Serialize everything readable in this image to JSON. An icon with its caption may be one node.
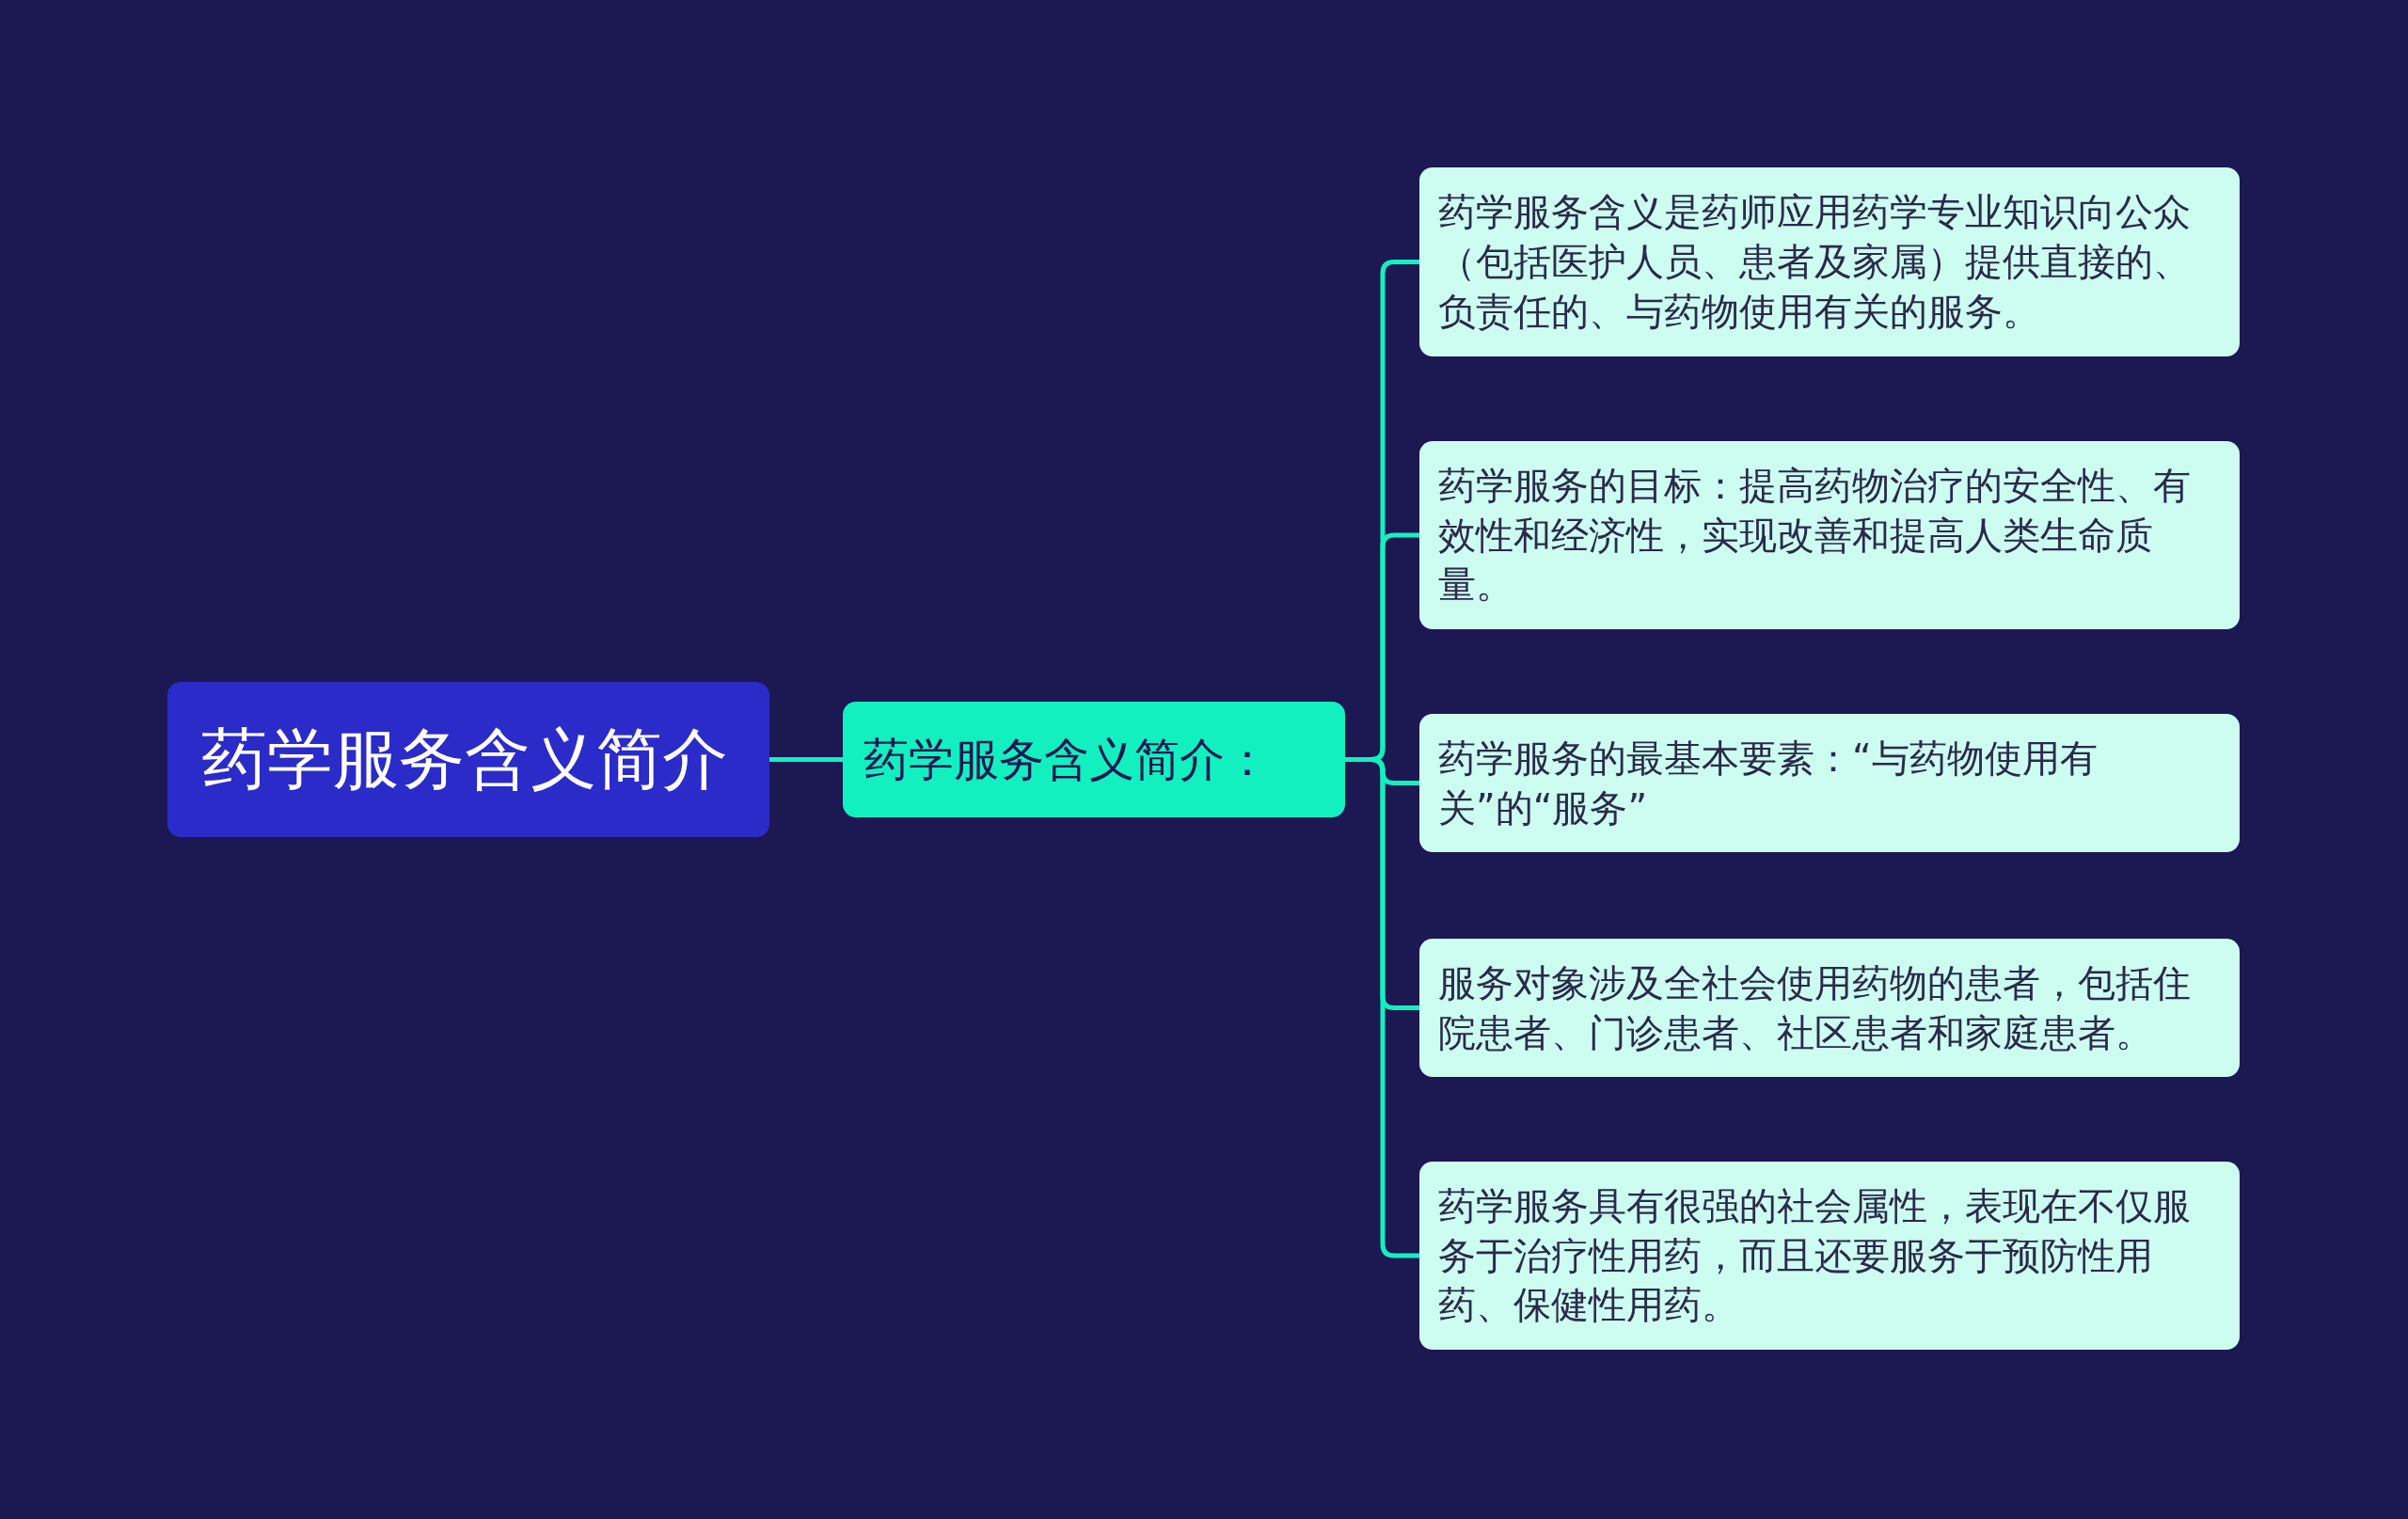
{
  "diagram": {
    "nodes": [
      {
        "text": [
          "药学服务含义简介"
        ]
      },
      {
        "text": [
          "药学服务含义简介："
        ]
      },
      {
        "text": [
          "药学服务含义是药师应用药学专业知识向公众（包括医护人员、患者及家属）提供直接的、负责任的、与药物使用有关的服务。"
        ]
      },
      {
        "text": [
          "药学服务的目标：提高药物治疗的安全性、有效性和经济性，实现改善和提高人类生命质量。"
        ]
      },
      {
        "text": [
          "药学服务的最基本要素：“与药物使用有关”的“服务”"
        ]
      },
      {
        "text": [
          "服务对象涉及全社会使用药物的患者，包括住院患者、门诊患者、社区患者和家庭患者。"
        ]
      },
      {
        "text": [
          "药学服务具有很强的社会属性，表现在不仅服务于治疗性用药，而且还要服务于预防性用药、保健性用药。"
        ]
      }
    ],
    "edges": [
      {
        "from": 0,
        "to": 1,
        "arrow": "none"
      },
      {
        "from": 1,
        "to": 2,
        "arrow": "none"
      },
      {
        "from": 1,
        "to": 3,
        "arrow": "none"
      },
      {
        "from": 1,
        "to": 4,
        "arrow": "none"
      },
      {
        "from": 1,
        "to": 5,
        "arrow": "none"
      },
      {
        "from": 1,
        "to": 6,
        "arrow": "none"
      }
    ]
  }
}
